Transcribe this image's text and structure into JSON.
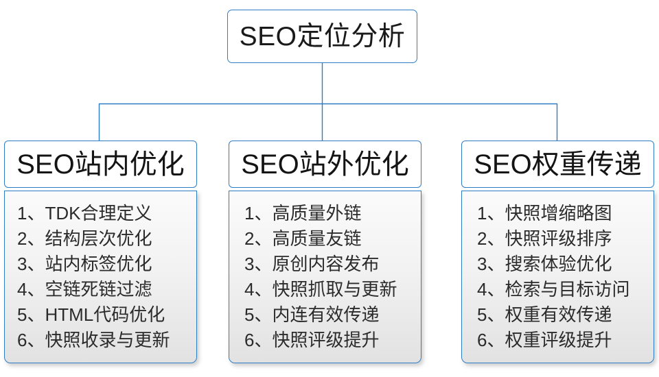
{
  "diagram": {
    "type": "organizational-tree",
    "accent_color": "#2d7dc4",
    "text_color": "#1a1a1a",
    "body_fill_top": "#fbfbfb",
    "body_fill_bottom": "#e2e2e2",
    "root": {
      "label": "SEO定位分析"
    },
    "branches": [
      {
        "header": "SEO站内优化",
        "items": [
          {
            "index": "1、",
            "text": "TDK合理定义"
          },
          {
            "index": "2、",
            "text": "结构层次优化"
          },
          {
            "index": "3、",
            "text": "站内标签优化"
          },
          {
            "index": "4、",
            "text": "空链死链过滤"
          },
          {
            "index": "5、",
            "text": "HTML代码优化"
          },
          {
            "index": "6、",
            "text": "快照收录与更新"
          }
        ]
      },
      {
        "header": "SEO站外优化",
        "items": [
          {
            "index": "1、",
            "text": "高质量外链"
          },
          {
            "index": "2、",
            "text": "高质量友链"
          },
          {
            "index": "3、",
            "text": "原创内容发布"
          },
          {
            "index": "4、",
            "text": "快照抓取与更新"
          },
          {
            "index": "5、",
            "text": "内连有效传递"
          },
          {
            "index": "6、",
            "text": "快照评级提升"
          }
        ]
      },
      {
        "header": "SEO权重传递",
        "items": [
          {
            "index": "1、",
            "text": "快照增缩略图"
          },
          {
            "index": "2、",
            "text": "快照评级排序"
          },
          {
            "index": "3、",
            "text": "搜索体验优化"
          },
          {
            "index": "4、",
            "text": "检索与目标访问"
          },
          {
            "index": "5、",
            "text": "权重有效传递"
          },
          {
            "index": "6、",
            "text": "权重评级提升"
          }
        ]
      }
    ]
  }
}
